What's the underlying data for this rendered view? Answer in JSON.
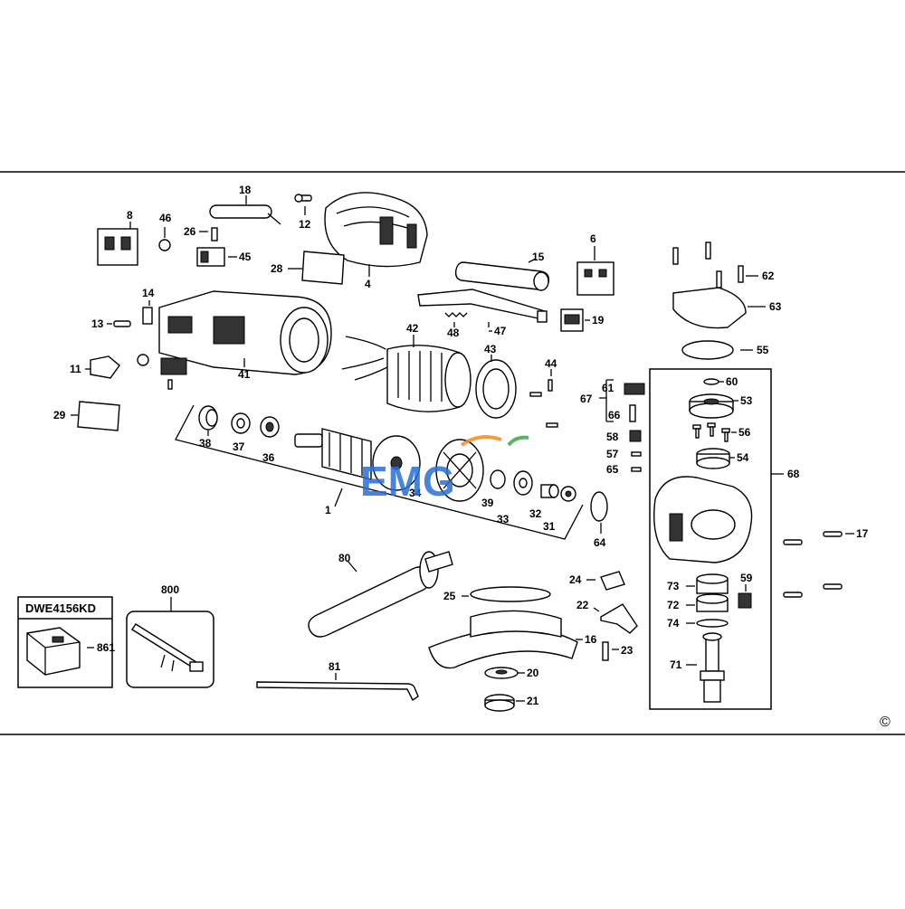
{
  "model_box_label": "DWE4156KD",
  "copyright_symbol": "©",
  "watermark": "EMG",
  "colors": {
    "line": "#000000",
    "background": "#ffffff",
    "watermark_blue": "#2a6fd6",
    "watermark_orange": "#f08a24",
    "watermark_green": "#3aa64a"
  },
  "parts": {
    "p1": "1",
    "p4": "4",
    "p6": "6",
    "p8": "8",
    "p11": "11",
    "p12": "12",
    "p13": "13",
    "p14": "14",
    "p15": "15",
    "p16": "16",
    "p17": "17",
    "p18": "18",
    "p19": "19",
    "p20": "20",
    "p21": "21",
    "p22": "22",
    "p23": "23",
    "p24": "24",
    "p25": "25",
    "p26": "26",
    "p28": "28",
    "p29": "29",
    "p31": "31",
    "p32": "32",
    "p33": "33",
    "p34": "34",
    "p36": "36",
    "p37": "37",
    "p38": "38",
    "p39": "39",
    "p41": "41",
    "p42": "42",
    "p43": "43",
    "p44": "44",
    "p45": "45",
    "p46": "46",
    "p47": "47",
    "p48": "48",
    "p53": "53",
    "p54": "54",
    "p55": "55",
    "p56": "56",
    "p57": "57",
    "p58": "58",
    "p59": "59",
    "p60": "60",
    "p61": "61",
    "p62": "62",
    "p63": "63",
    "p64": "64",
    "p65": "65",
    "p66": "66",
    "p67": "67",
    "p68": "68",
    "p71": "71",
    "p72": "72",
    "p73": "73",
    "p74": "74",
    "p80": "80",
    "p81": "81",
    "p800": "800",
    "p861": "861"
  }
}
